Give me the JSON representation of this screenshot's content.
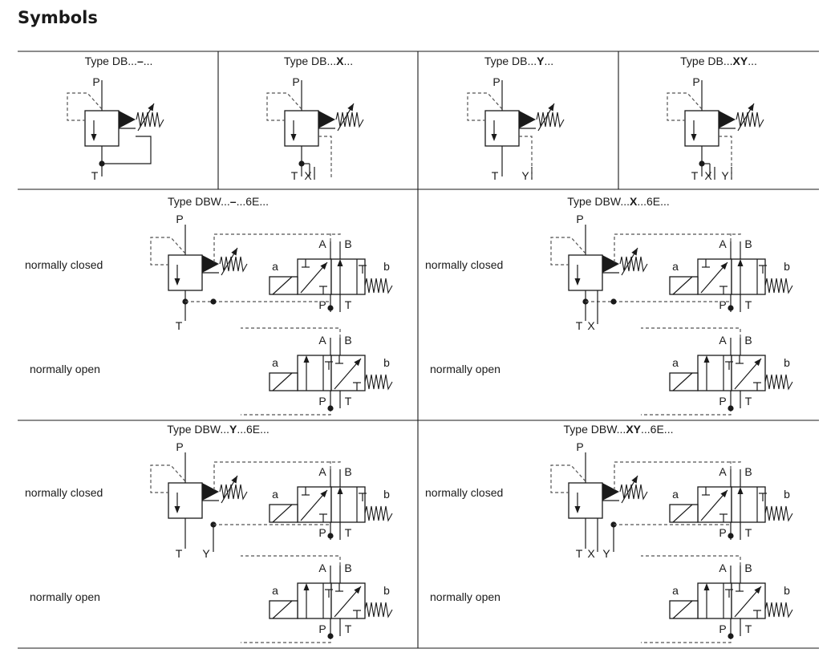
{
  "title": "Symbols",
  "top_row": [
    {
      "type_prefix": "Type DB...",
      "type_code": "–",
      "type_suffix": "...",
      "ports": [
        "P",
        "T"
      ]
    },
    {
      "type_prefix": "Type DB...",
      "type_code": "X",
      "type_suffix": "...",
      "ports": [
        "P",
        "T",
        "X"
      ]
    },
    {
      "type_prefix": "Type DB...",
      "type_code": "Y",
      "type_suffix": "...",
      "ports": [
        "P",
        "T",
        "Y"
      ]
    },
    {
      "type_prefix": "Type DB...",
      "type_code": "XY",
      "type_suffix": "...",
      "ports": [
        "P",
        "T",
        "X",
        "Y"
      ]
    }
  ],
  "dbw_cells": [
    {
      "type_prefix": "Type DBW...",
      "type_code": "–",
      "type_suffix": "...6E...",
      "valve_ports": [
        "P",
        "T"
      ],
      "pilot_ports": []
    },
    {
      "type_prefix": "Type DBW...",
      "type_code": "X",
      "type_suffix": "...6E...",
      "valve_ports": [
        "P",
        "T"
      ],
      "pilot_ports": [
        "X"
      ]
    },
    {
      "type_prefix": "Type DBW...",
      "type_code": "Y",
      "type_suffix": "...6E...",
      "valve_ports": [
        "P",
        "T"
      ],
      "pilot_ports": [
        "Y"
      ]
    },
    {
      "type_prefix": "Type DBW...",
      "type_code": "XY",
      "type_suffix": "...6E...",
      "valve_ports": [
        "P",
        "T"
      ],
      "pilot_ports": [
        "X",
        "Y"
      ]
    }
  ],
  "labels": {
    "normally_closed": "normally closed",
    "normally_open": "normally open",
    "solenoid_a": "a",
    "solenoid_b": "b",
    "port_A": "A",
    "port_B": "B",
    "port_P": "P",
    "port_T": "T"
  },
  "colors": {
    "line": "#1a1a1a",
    "dashed": "#555555"
  }
}
